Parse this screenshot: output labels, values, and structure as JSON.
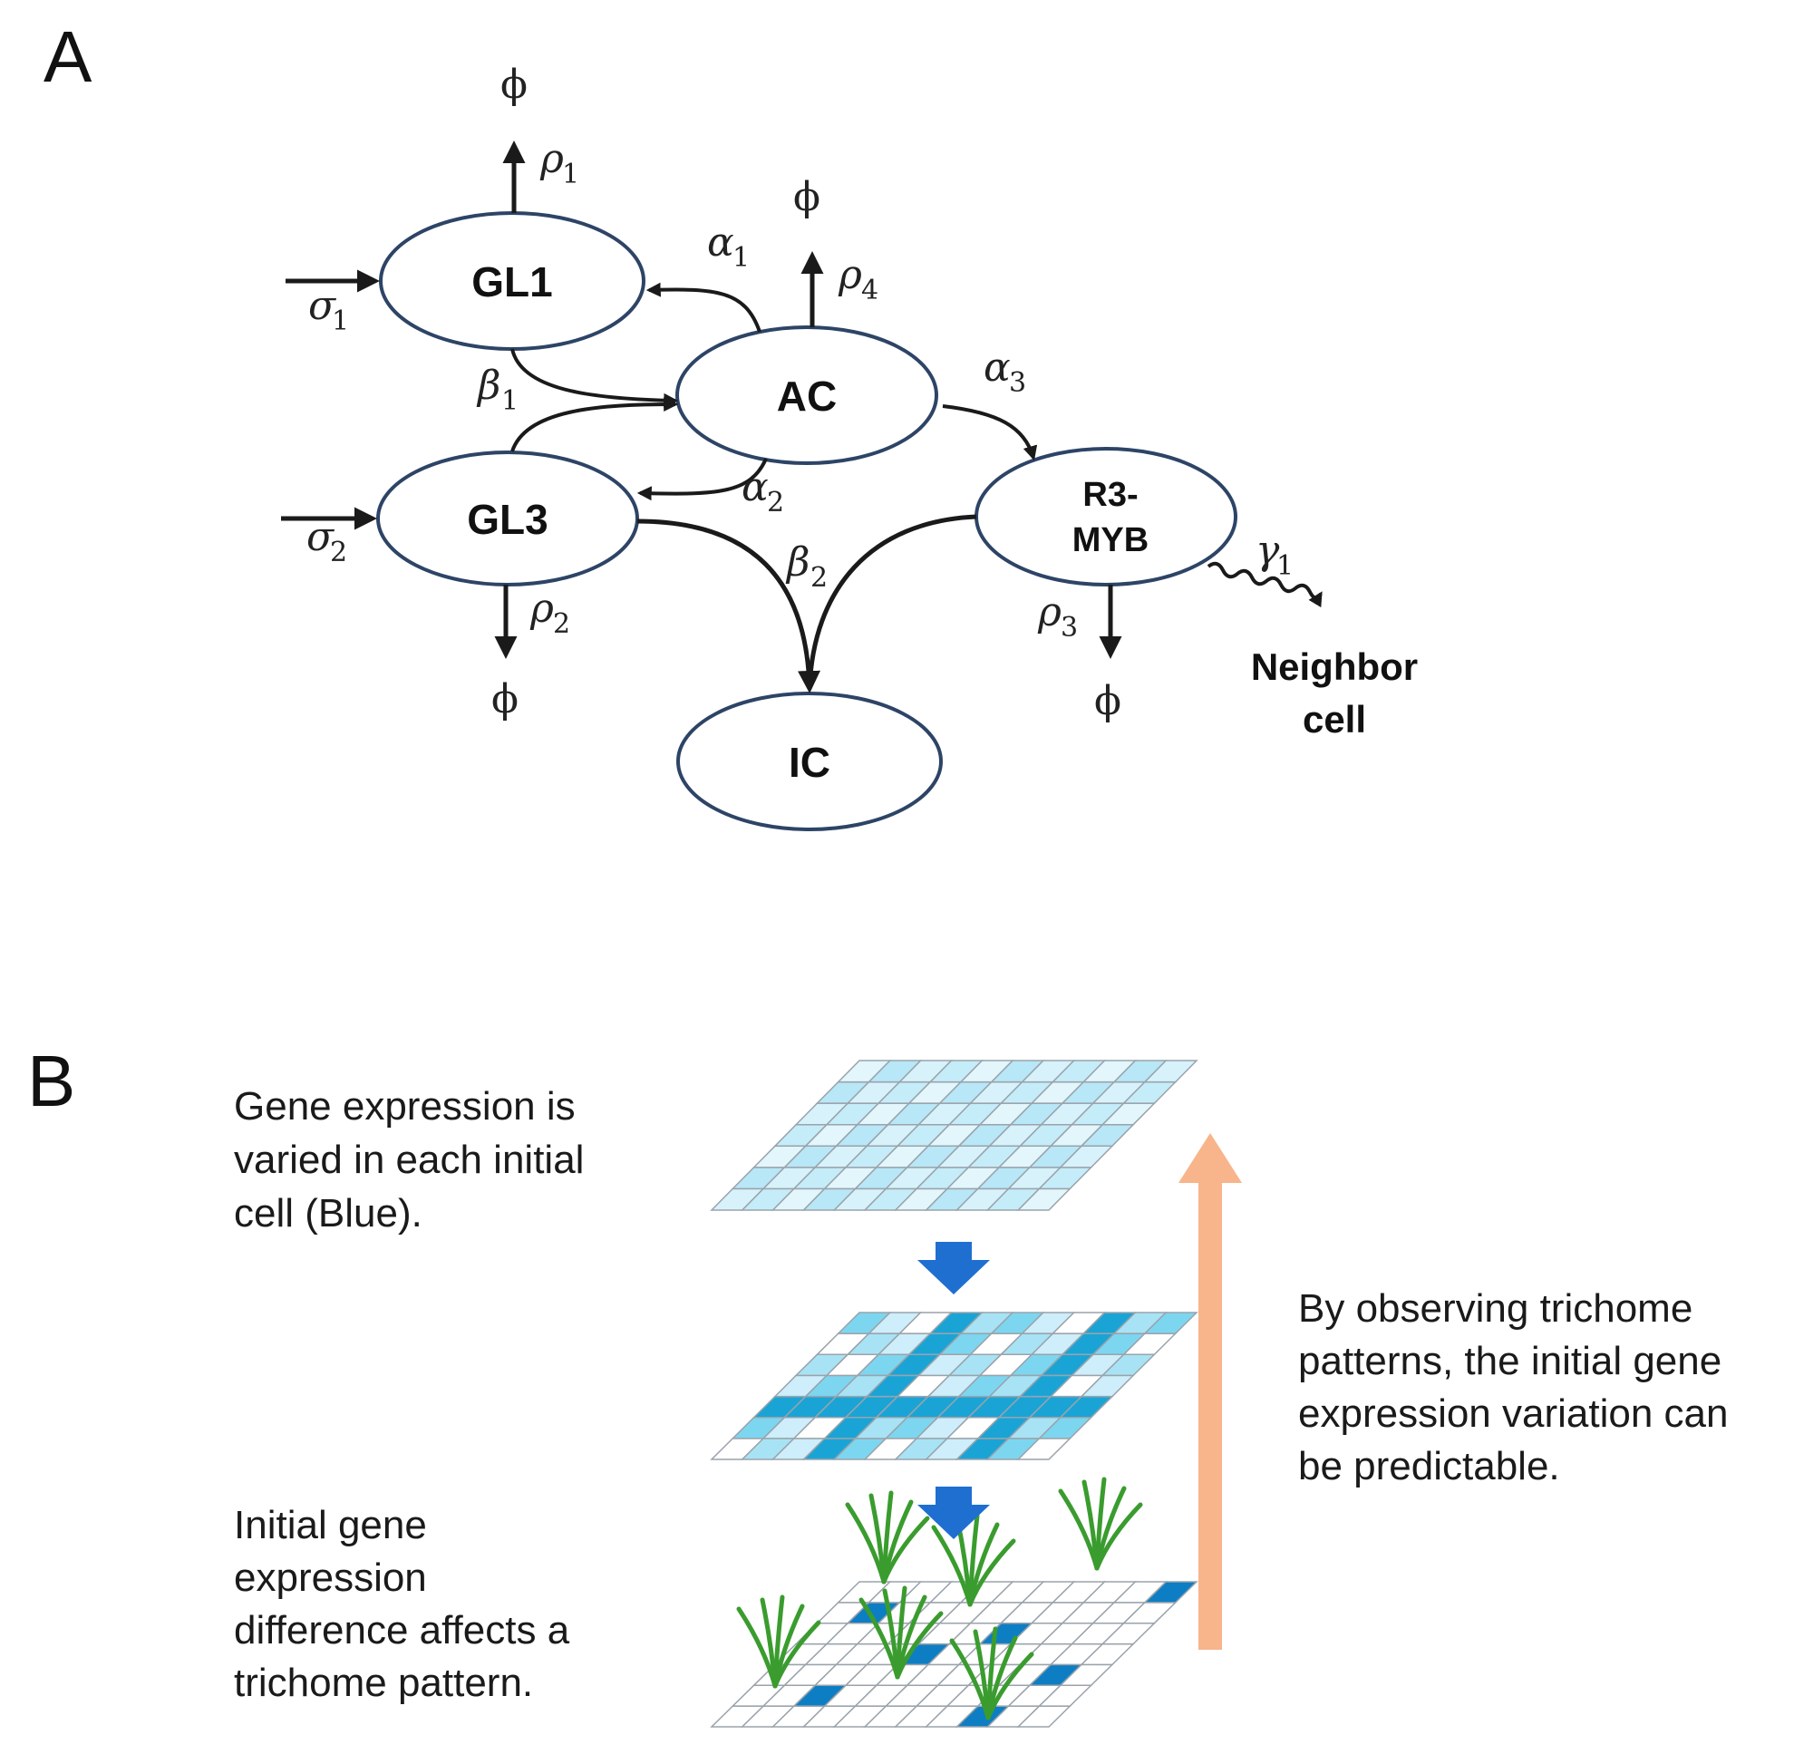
{
  "panels": {
    "a": {
      "letter": "A",
      "nodes": {
        "gl1": "GL1",
        "ac": "AC",
        "gl3": "GL3",
        "r3myb_line1": "R3-",
        "r3myb_line2": "MYB",
        "ic": "IC"
      },
      "params": {
        "rho": "ρ",
        "sigma": "σ",
        "alpha": "α",
        "beta": "β",
        "gamma": "γ",
        "sub1": "1",
        "sub2": "2",
        "sub3": "3",
        "sub4": "4"
      },
      "phi": "ϕ",
      "neighbor_line1": "Neighbor",
      "neighbor_line2": "cell"
    },
    "b": {
      "letter": "B",
      "top_text": [
        "Gene expression is",
        "varied in each initial",
        "cell (Blue)."
      ],
      "bottom_text": [
        "Initial gene",
        "expression",
        "difference affects a",
        "trichome pattern."
      ],
      "right_text": [
        "By observing trichome",
        "patterns, the initial gene",
        "expression variation can",
        "be predictable."
      ]
    }
  },
  "colors": {
    "node_outline": "#2d4466",
    "down_arrow": "#1f6fd1",
    "up_arrow": "#f8b48a",
    "cell_light": "#cdeefa",
    "cell_mid": "#7dd6f0",
    "cell_dark": "#1aa4d6",
    "cell_marked": "#0d7ec4",
    "trichome": "#3a9c2e"
  }
}
